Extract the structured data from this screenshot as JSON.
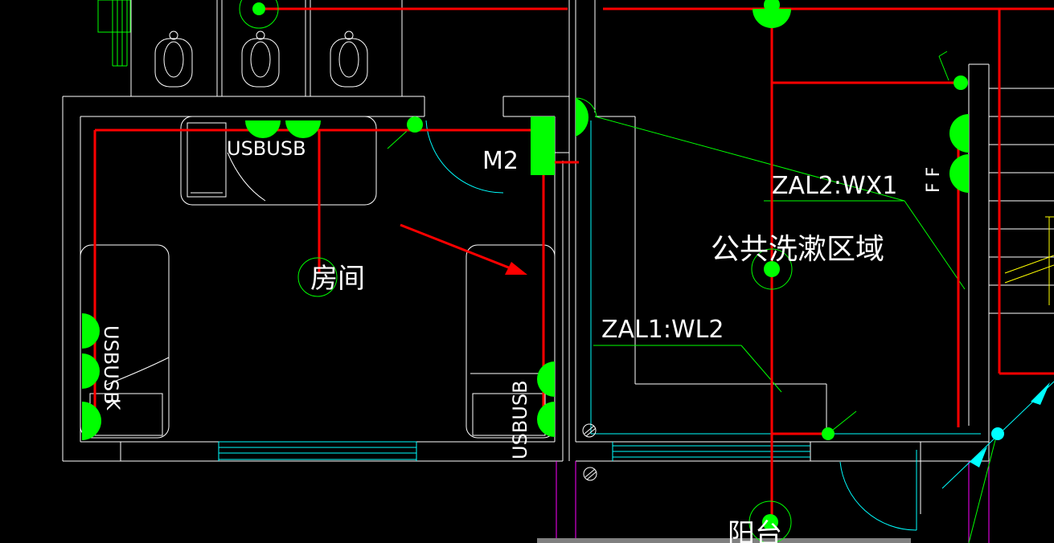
{
  "labels": {
    "room": "房间",
    "public_area": "公共洗漱区域",
    "balcony": "阳台",
    "door_m2": "M2",
    "circuit_zal2": "ZAL2:WX1",
    "circuit_zal1": "ZAL1:WL2",
    "usb_top": "USBUSB",
    "usb_left": "USBUSB",
    "usb_right": "USBUSB",
    "k_label": "K",
    "ff_label": "F F"
  },
  "colors": {
    "background": "#000000",
    "wall": "#ffffff",
    "wire": "#ff0000",
    "fixture": "#00ff00",
    "annotation": "#00ff00",
    "window": "#00ffff",
    "magenta": "#ff00ff",
    "text": "#ffffff"
  }
}
